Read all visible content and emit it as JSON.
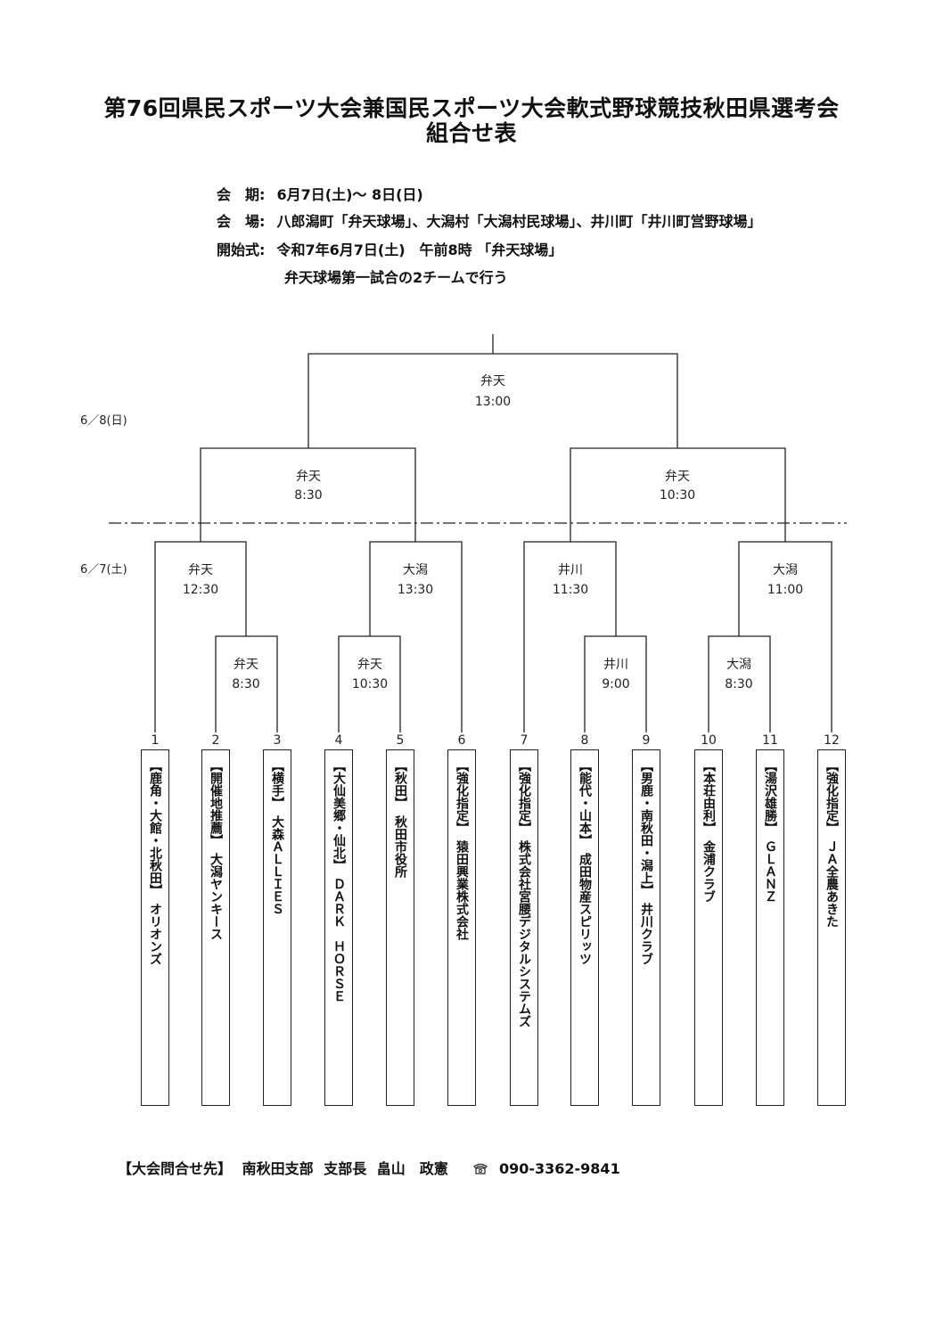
{
  "header": {
    "title_line1": "第76回県民スポーツ大会兼国民スポーツ大会軟式野球競技秋田県選考会",
    "title_line2": "組合せ表"
  },
  "info": {
    "period_label": "会　期:",
    "period_value": "6月7日(土)～ 8日(日)",
    "venue_label": "会　場:",
    "venue_value": "八郎潟町「弁天球場」、大潟村「大潟村民球場」、井川町「井川町営野球場」",
    "ceremony_label": "開始式:",
    "ceremony_value": "令和7年6月7日(土)　午前8時 「弁天球場」",
    "ceremony_note": "弁天球場第一試合の2チームで行う"
  },
  "dates": {
    "day2": "6／8(日)",
    "day1": "6／7(土)"
  },
  "matches": {
    "final": {
      "venue": "弁天",
      "time": "13:00"
    },
    "semi_left": {
      "venue": "弁天",
      "time": "8:30"
    },
    "semi_right": {
      "venue": "弁天",
      "time": "10:30"
    },
    "qf1": {
      "venue": "弁天",
      "time": "12:30"
    },
    "qf2": {
      "venue": "大潟",
      "time": "13:30"
    },
    "qf3": {
      "venue": "井川",
      "time": "11:30"
    },
    "qf4": {
      "venue": "大潟",
      "time": "11:00"
    },
    "r1a": {
      "venue": "弁天",
      "time": "8:30"
    },
    "r1b": {
      "venue": "弁天",
      "time": "10:30"
    },
    "r1c": {
      "venue": "井川",
      "time": "9:00"
    },
    "r1d": {
      "venue": "大潟",
      "time": "8:30"
    }
  },
  "teams": [
    {
      "no": "1",
      "name": "【鹿角・大館・北秋田】　オリオンズ"
    },
    {
      "no": "2",
      "name": "【開催地推薦】　大潟ヤンキース"
    },
    {
      "no": "3",
      "name": "【横手】　大森ＡＬＬＩＥＳ"
    },
    {
      "no": "4",
      "name": "【大仙美郷・仙北】　ＤＡＲＫ　ＨＯＲＳＥ"
    },
    {
      "no": "5",
      "name": "【秋田】　秋田市役所"
    },
    {
      "no": "6",
      "name": "【強化指定】　猿田興業株式会社"
    },
    {
      "no": "7",
      "name": "【強化指定】　株式会社宮腰デジタルシステムズ"
    },
    {
      "no": "8",
      "name": "【能代・山本】　成田物産スピリッツ"
    },
    {
      "no": "9",
      "name": "【男鹿・南秋田・潟上】　井川クラブ"
    },
    {
      "no": "10",
      "name": "【本荘由利】　金浦クラブ"
    },
    {
      "no": "11",
      "name": "【湯沢雄勝】　ＧＬＡＮＺ"
    },
    {
      "no": "12",
      "name": "【強化指定】　ＪＡ全農あきた"
    }
  ],
  "contact": {
    "label": "【大会問合せ先】",
    "org": "南秋田支部",
    "role": "支部長",
    "person": "畠山　政憲",
    "phone_icon": "phone-icon",
    "phone": "090-3362-9841"
  }
}
